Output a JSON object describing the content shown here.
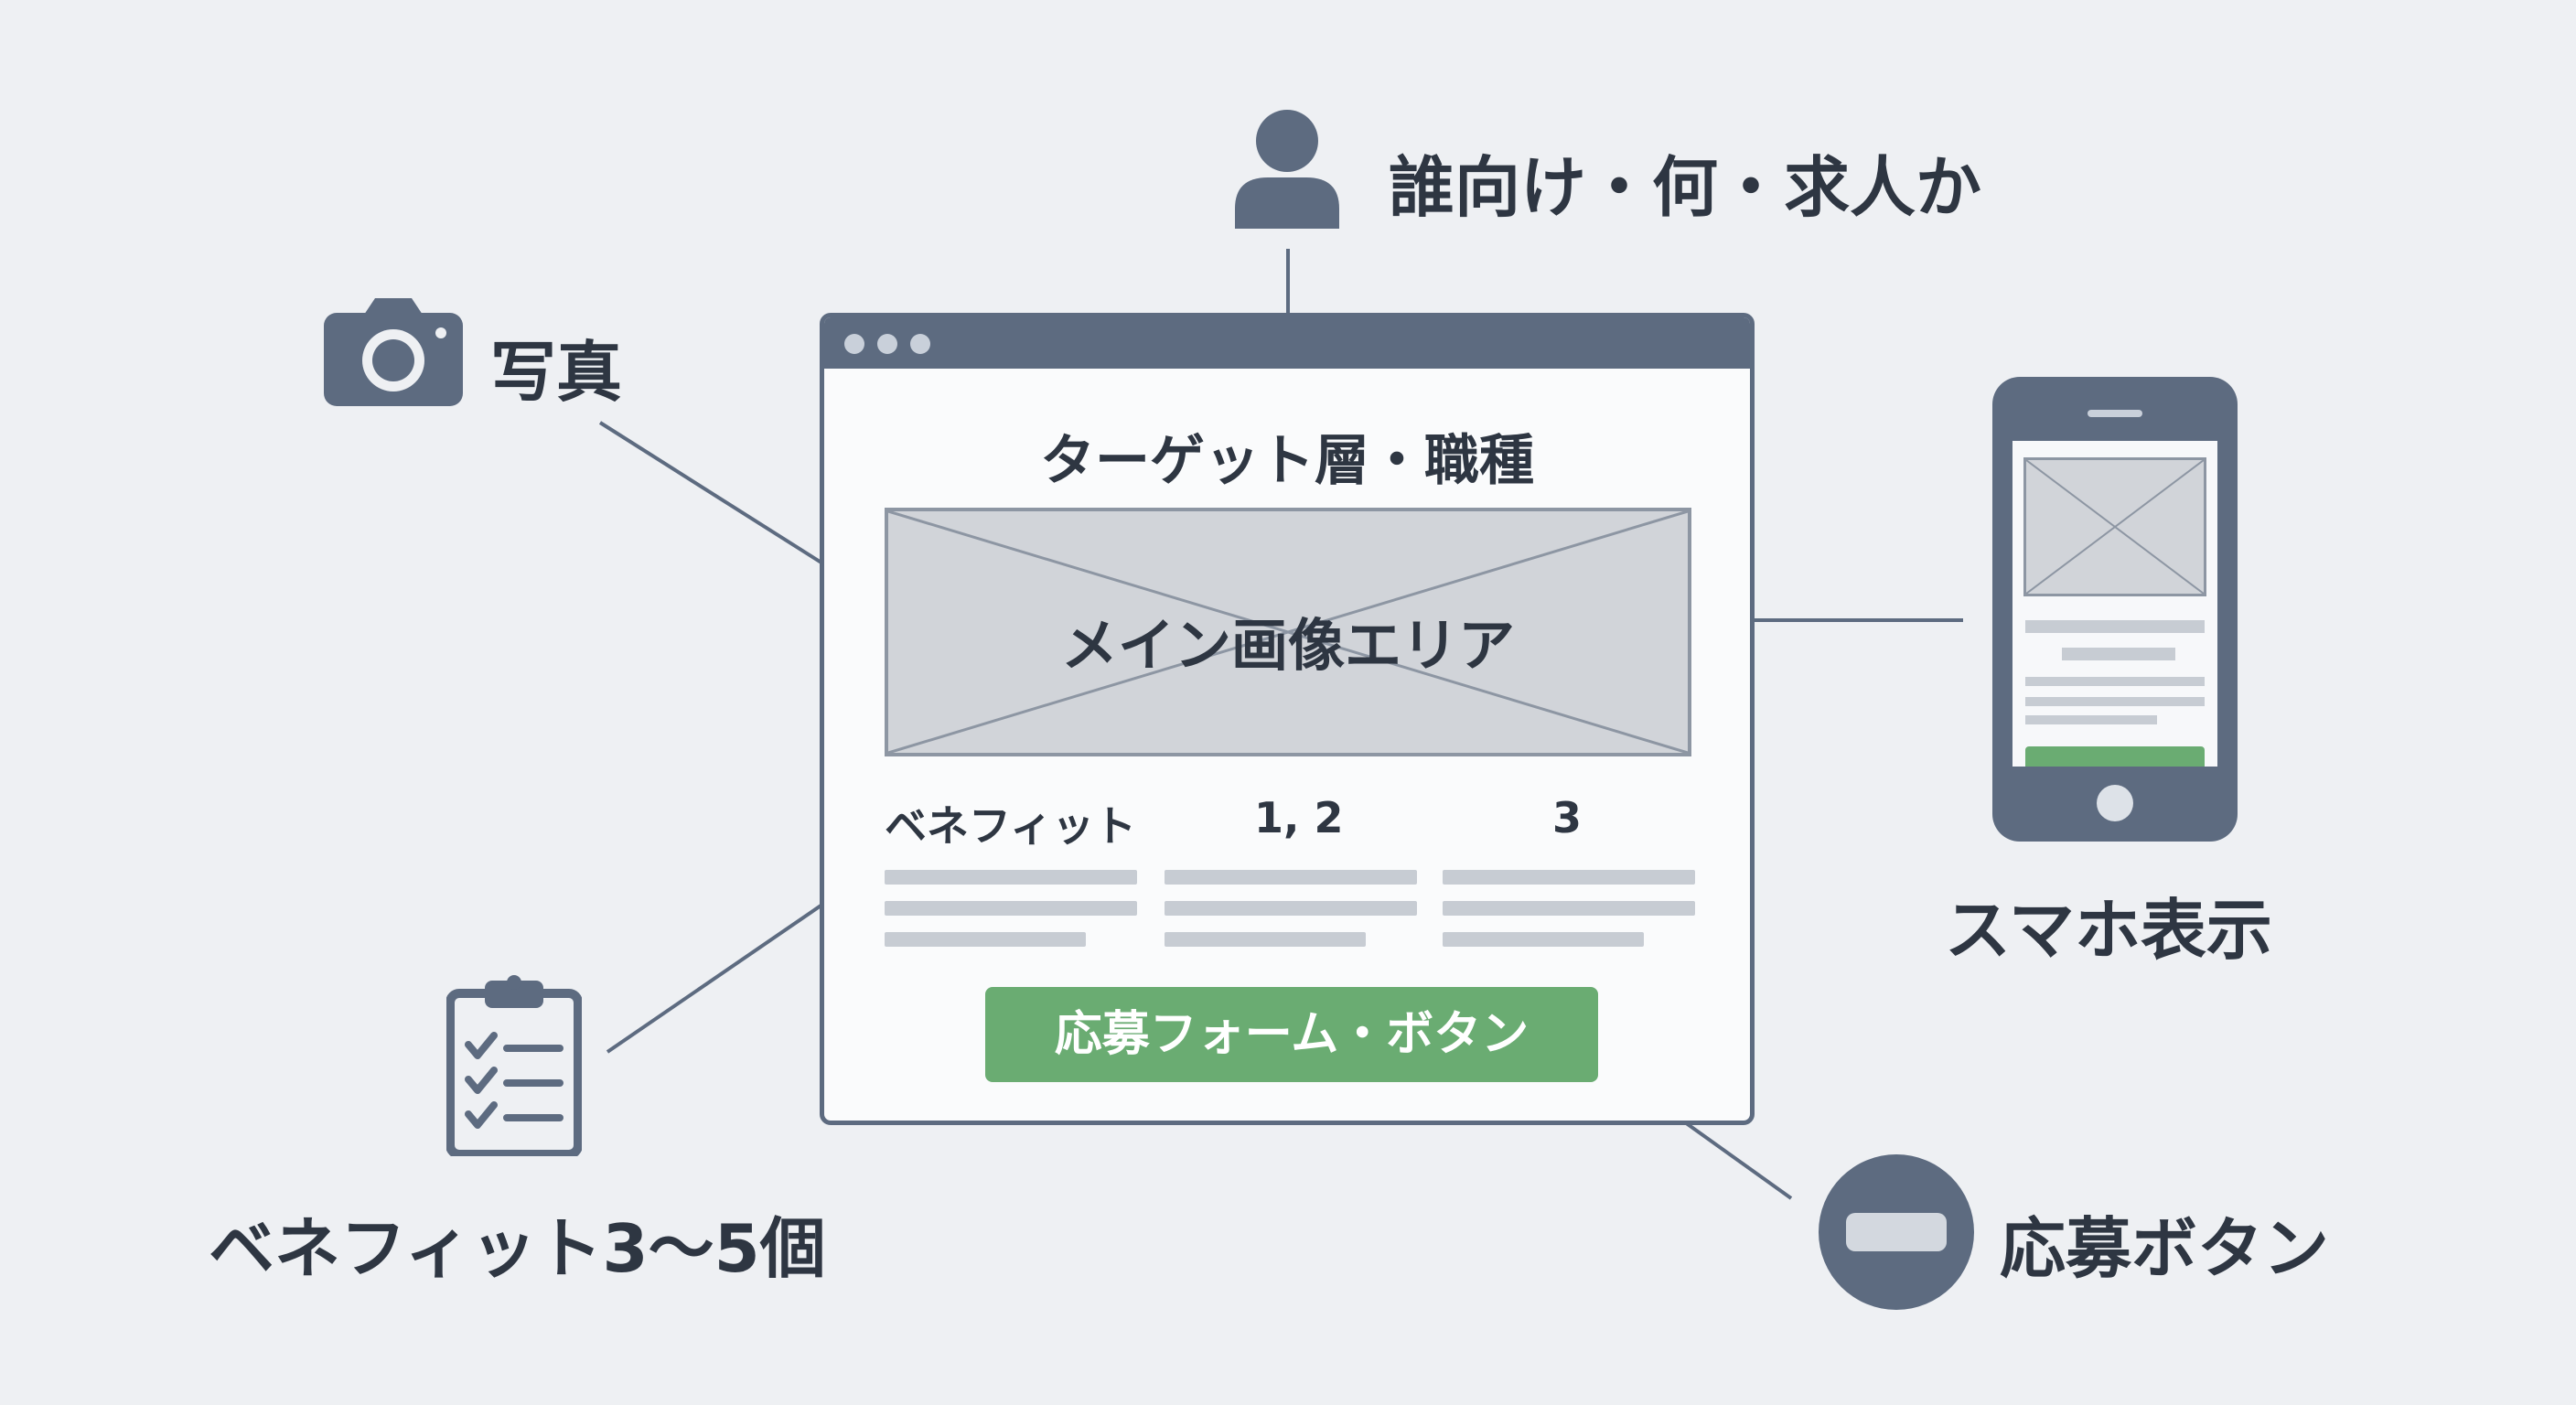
{
  "labels": {
    "who": "誰向け・何・求人か",
    "photo": "写真",
    "mobile": "スマホ表示",
    "benefits": "ベネフィット3〜5個",
    "apply": "応募ボタン"
  },
  "mockup": {
    "target_title": "ターゲット層・職種",
    "hero_label": "メイン画像エリア",
    "columns": [
      "ベネフィット",
      "1, 2",
      "3"
    ],
    "apply_button": "応募フォーム・ボタン"
  },
  "icons": [
    "person-icon",
    "camera-icon",
    "smartphone-icon",
    "clipboard-checklist-icon",
    "button-icon"
  ],
  "colors": {
    "background": "#eef0f3",
    "frame": "#5d6b80",
    "accent_green": "#6aac72",
    "text": "#2e3642",
    "placeholder": "#d1d4d9"
  }
}
